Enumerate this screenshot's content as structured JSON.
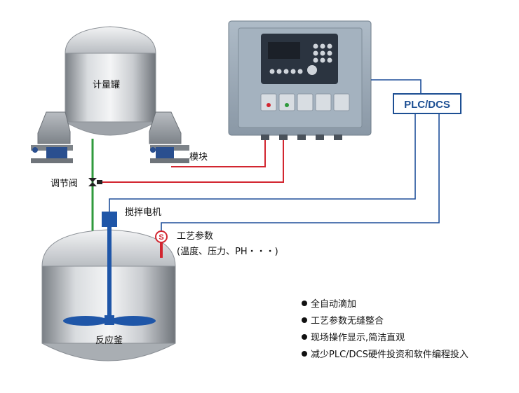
{
  "labels": {
    "metering_tank": "计量罐",
    "module": "模块",
    "control_valve": "调节阀",
    "stirring_motor": "搅拌电机",
    "process_params": "工艺参数",
    "process_params_detail": "(温度、压力、PH・・・)",
    "reactor": "反应釜",
    "plc_dcs": "PLC/DCS"
  },
  "bullets": [
    "全自动滴加",
    "工艺参数无缝整合",
    "现场操作显示,简洁直观",
    "减少PLC/DCS硬件投资和软件编程投入"
  ],
  "colors": {
    "red_wire": "#d22630",
    "blue_wire": "#1e4f9a",
    "green_pipe": "#2f9a3c",
    "plc_box_border": "#1d4f93"
  },
  "icons": {
    "sensor": "s-badge-icon"
  }
}
